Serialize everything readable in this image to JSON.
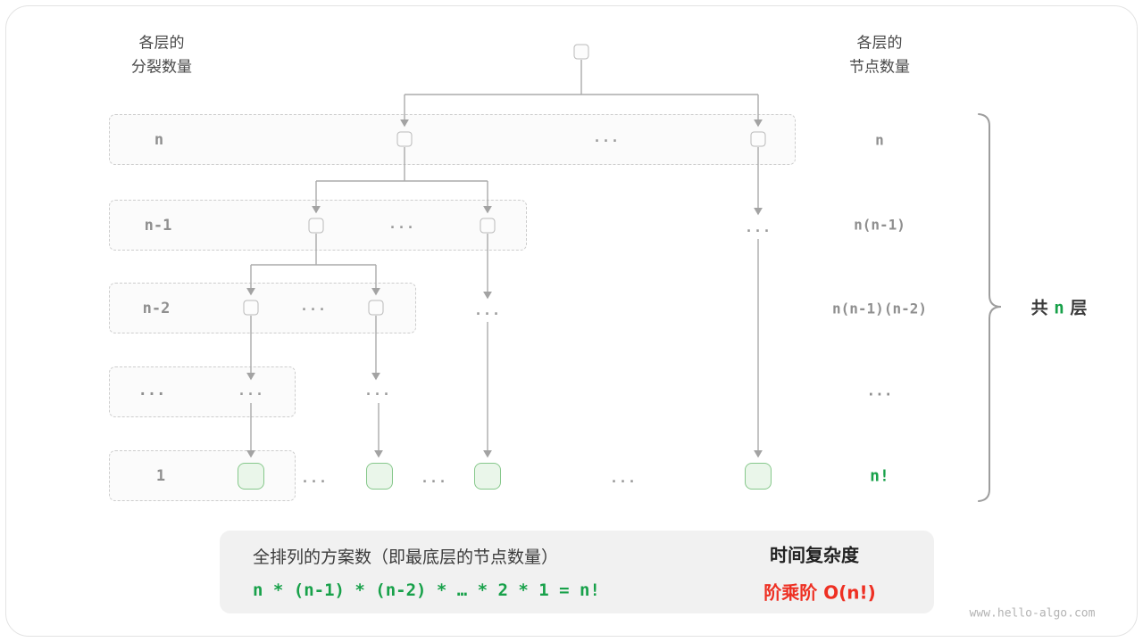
{
  "colors": {
    "accent_green": "#18a14a",
    "accent_red": "#ee3023",
    "gray_label": "#8f8f8f",
    "leaf_fill": "#eaf6ea",
    "leaf_border": "#86c88b"
  },
  "headers": {
    "left_line1": "各层的",
    "left_line2": "分裂数量",
    "right_line1": "各层的",
    "right_line2": "节点数量"
  },
  "ellipsis": "...",
  "rows": [
    {
      "label": "n",
      "count": "n"
    },
    {
      "label": "n-1",
      "count": "n(n-1)"
    },
    {
      "label": "n-2",
      "count": "n(n-1)(n-2)"
    },
    {
      "label": "...",
      "count": "..."
    },
    {
      "label": "1",
      "count": "n!"
    }
  ],
  "brace": {
    "prefix": "共",
    "n": "n",
    "suffix": "层"
  },
  "summary": {
    "line1": "全排列的方案数（即最底层的节点数量）",
    "formula": "n * (n-1) * (n-2) * … * 2 * 1 = n!",
    "complexity_title": "时间复杂度",
    "complexity_value": "阶乘阶 O(n!)"
  },
  "watermark": "www.hello-algo.com"
}
